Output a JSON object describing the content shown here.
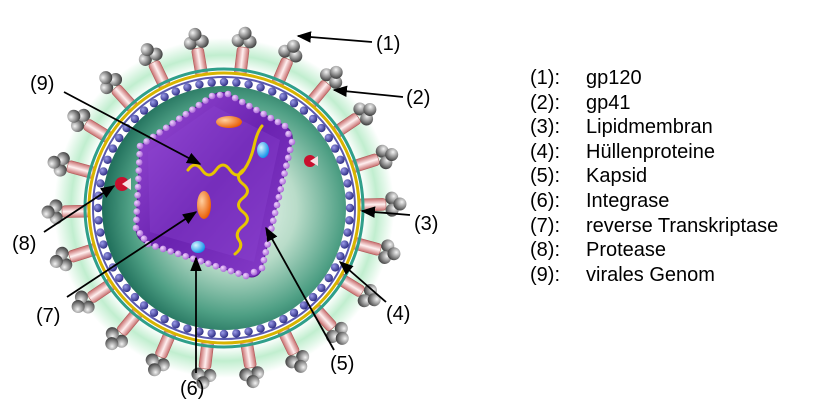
{
  "colors": {
    "background": "#ffffff",
    "spike_head": "#6f6f6f",
    "spike_stem": "#e8a0a0",
    "lipid_bead": "#3b3b9b",
    "lipid_ring_yellow": "#d8b400",
    "interior_green": "#2e8a74",
    "capsid_purple": "#7a2fbf",
    "capsid_bead": "#c88ae8",
    "genome": "#e7c500",
    "integrase": "#19a8ff",
    "reverse_transcriptase": "#ff6b00",
    "protease": "#c8102e"
  },
  "callouts": [
    {
      "id": "1",
      "text": "(1)"
    },
    {
      "id": "2",
      "text": "(2)"
    },
    {
      "id": "3",
      "text": "(3)"
    },
    {
      "id": "4",
      "text": "(4)"
    },
    {
      "id": "5",
      "text": "(5)"
    },
    {
      "id": "6",
      "text": "(6)"
    },
    {
      "id": "7",
      "text": "(7)"
    },
    {
      "id": "8",
      "text": "(8)"
    },
    {
      "id": "9",
      "text": "(9)"
    }
  ],
  "legend": [
    {
      "key": "(1):",
      "label": "gp120"
    },
    {
      "key": "(2):",
      "label": "gp41"
    },
    {
      "key": "(3):",
      "label": "Lipidmembran"
    },
    {
      "key": "(4):",
      "label": "Hüllenproteine"
    },
    {
      "key": "(5):",
      "label": "Kapsid"
    },
    {
      "key": "(6):",
      "label": "Integrase"
    },
    {
      "key": "(7):",
      "label": "reverse Transkriptase"
    },
    {
      "key": "(8):",
      "label": "Protease"
    },
    {
      "key": "(9):",
      "label": "virales Genom"
    }
  ]
}
